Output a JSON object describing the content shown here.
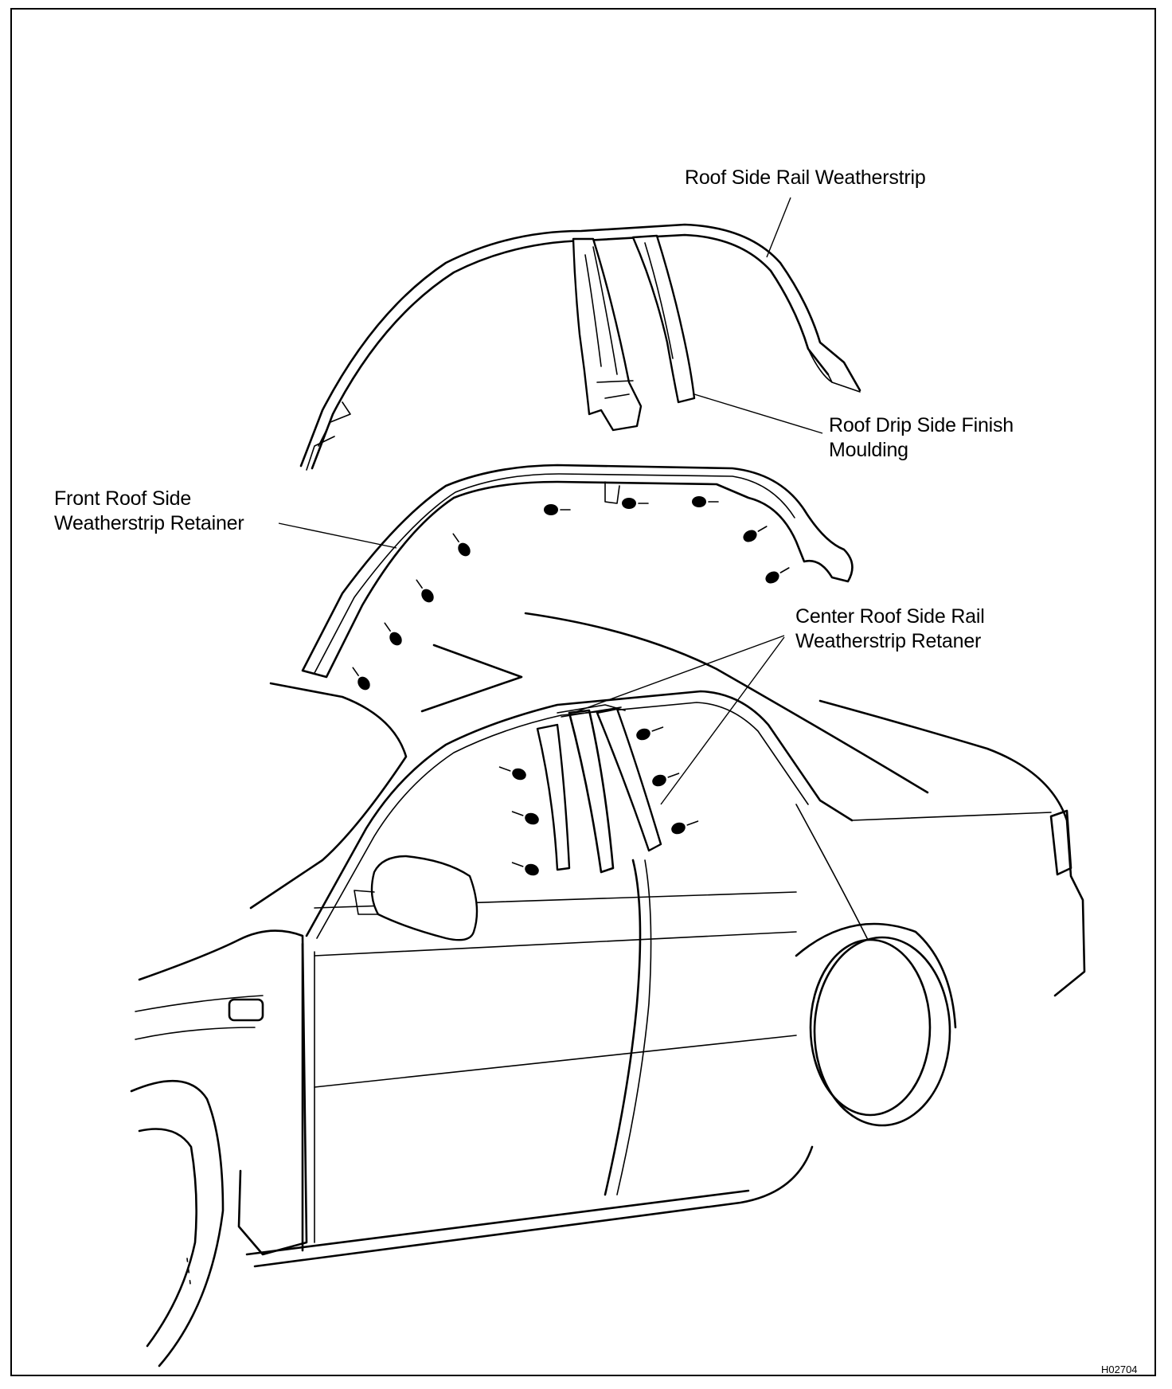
{
  "labels": {
    "roof_side_rail_weatherstrip": "Roof Side Rail Weatherstrip",
    "roof_drip_side_finish_moulding": "Roof Drip Side Finish\nMoulding",
    "front_roof_side_weatherstrip_retainer": "Front Roof Side\nWeatherstrip Retainer",
    "center_roof_side_rail_weatherstrip_retaner": "Center Roof Side Rail\nWeatherstrip Retaner"
  },
  "figure_id": "H02704",
  "colors": {
    "line": "#000000",
    "background": "#ffffff"
  }
}
